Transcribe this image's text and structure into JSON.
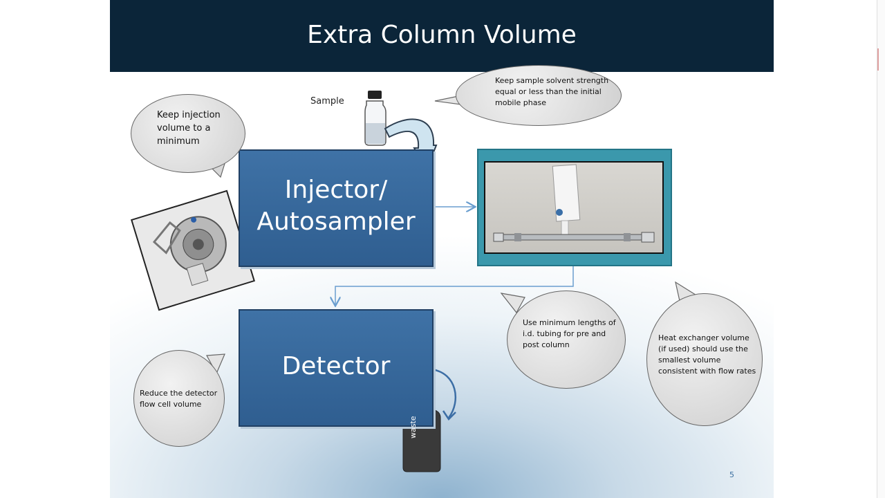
{
  "slide": {
    "title": "Extra Column Volume",
    "page_number": "5"
  },
  "labels": {
    "sample": "Sample",
    "waste": "waste"
  },
  "boxes": {
    "injector": [
      "Injector/",
      "Autosampler"
    ],
    "detector": "Detector"
  },
  "bubbles": {
    "injection": "Keep injection volume to a minimum",
    "solvent": "Keep sample solvent strength equal or less than the initial mobile phase",
    "tubing": "Use minimum lengths of i.d. tubing for pre and post column",
    "heat": "Heat exchanger volume (if used) should use the smallest volume consistent with flow rates",
    "flowcell": "Reduce the detector flow cell volume"
  },
  "colors": {
    "title_bar": "#0b2539",
    "box_fill": "#3769a0",
    "column_frame": "#3b98ac",
    "arrow": "#6a9ecf"
  }
}
